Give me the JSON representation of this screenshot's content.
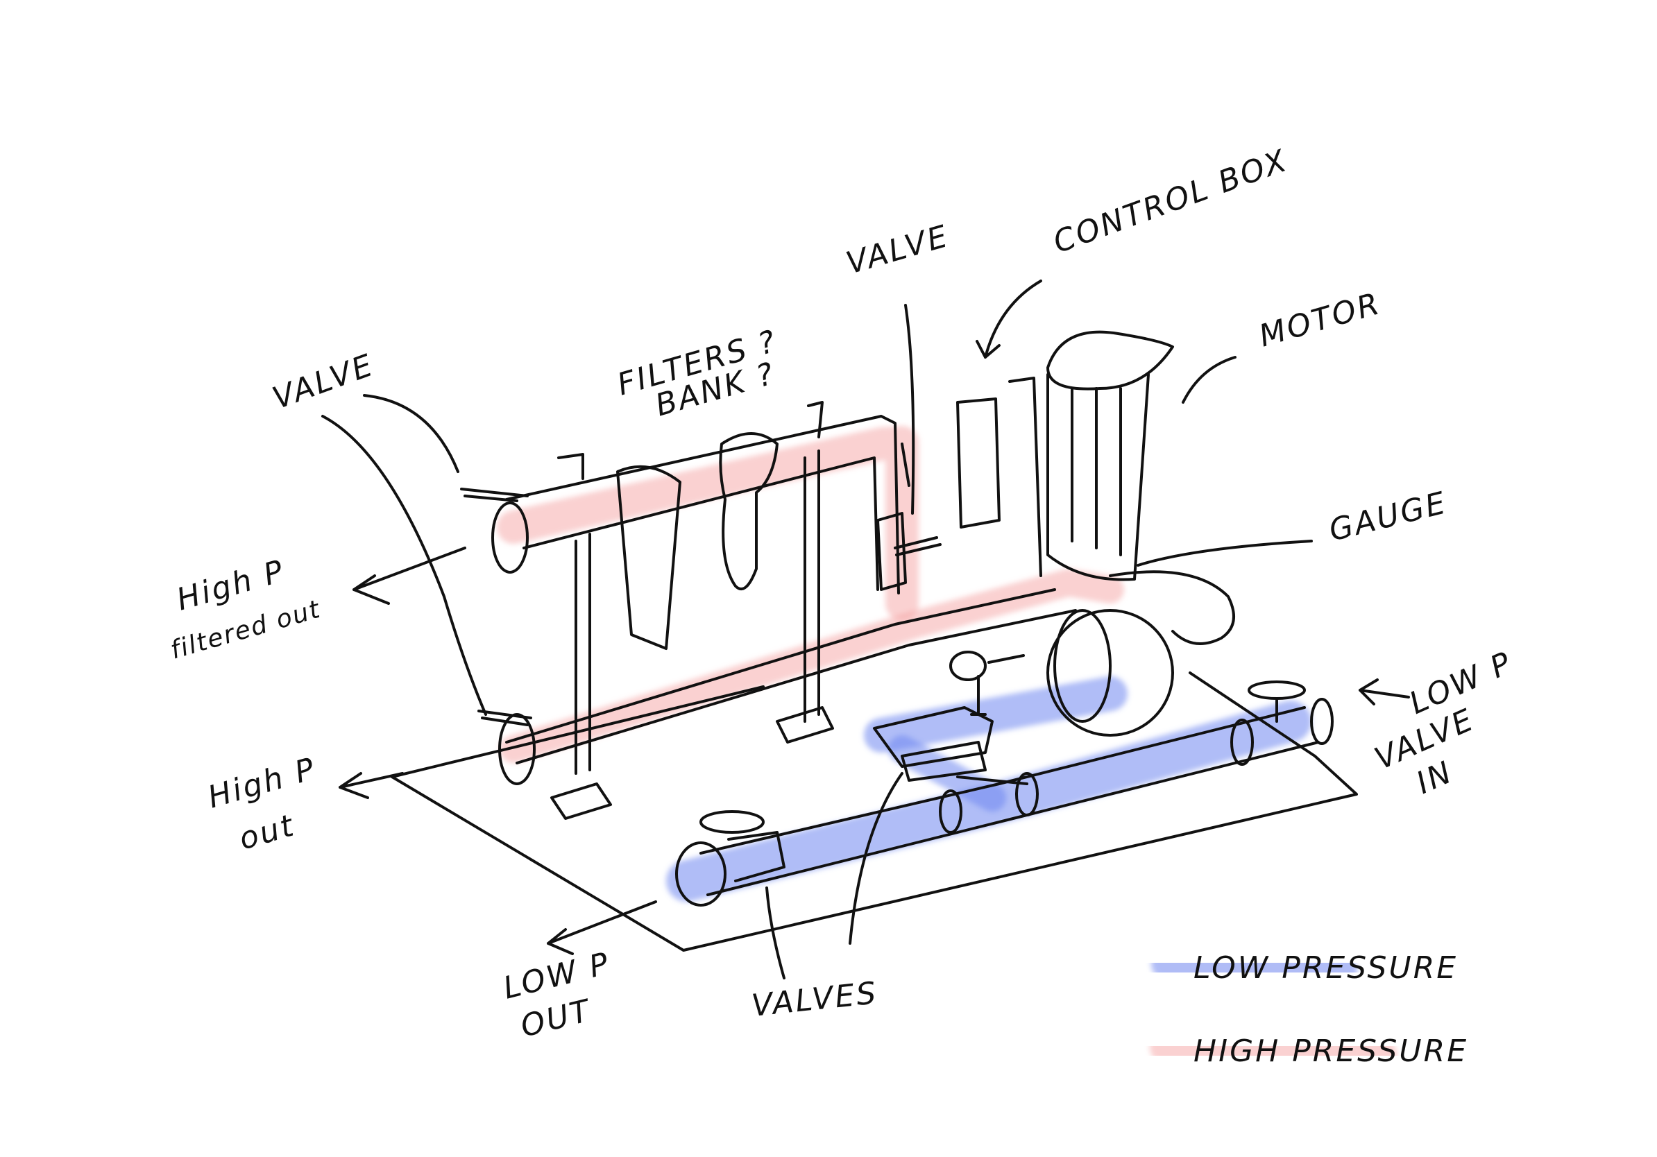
{
  "colors": {
    "low_pressure": "#6f86f0",
    "high_pressure": "#f59a9a",
    "ink": "#111111"
  },
  "labels": {
    "valve_left": "VALVE",
    "filters_line1": "FILTERS ?",
    "filters_line2": "BANK ?",
    "valve_top": "VALVE",
    "control_box": "CONTROL BOX",
    "motor": "MOTOR",
    "gauge": "GAUGE",
    "high_p_filtered_line1": "High P",
    "high_p_filtered_line2": "filtered out",
    "high_p_out_line1": "High P",
    "high_p_out_line2": "out",
    "low_p_valve_in_line1": "LOW P",
    "low_p_valve_in_line2": "VALVE",
    "low_p_valve_in_line3": "IN",
    "low_p_out_line1": "LOW P",
    "low_p_out_line2": "OUT",
    "valves": "VALVES"
  },
  "legend": {
    "items": [
      {
        "label": "LOW PRESSURE",
        "color": "#6f86f0"
      },
      {
        "label": "HIGH PRESSURE",
        "color": "#f59a9a"
      }
    ]
  }
}
